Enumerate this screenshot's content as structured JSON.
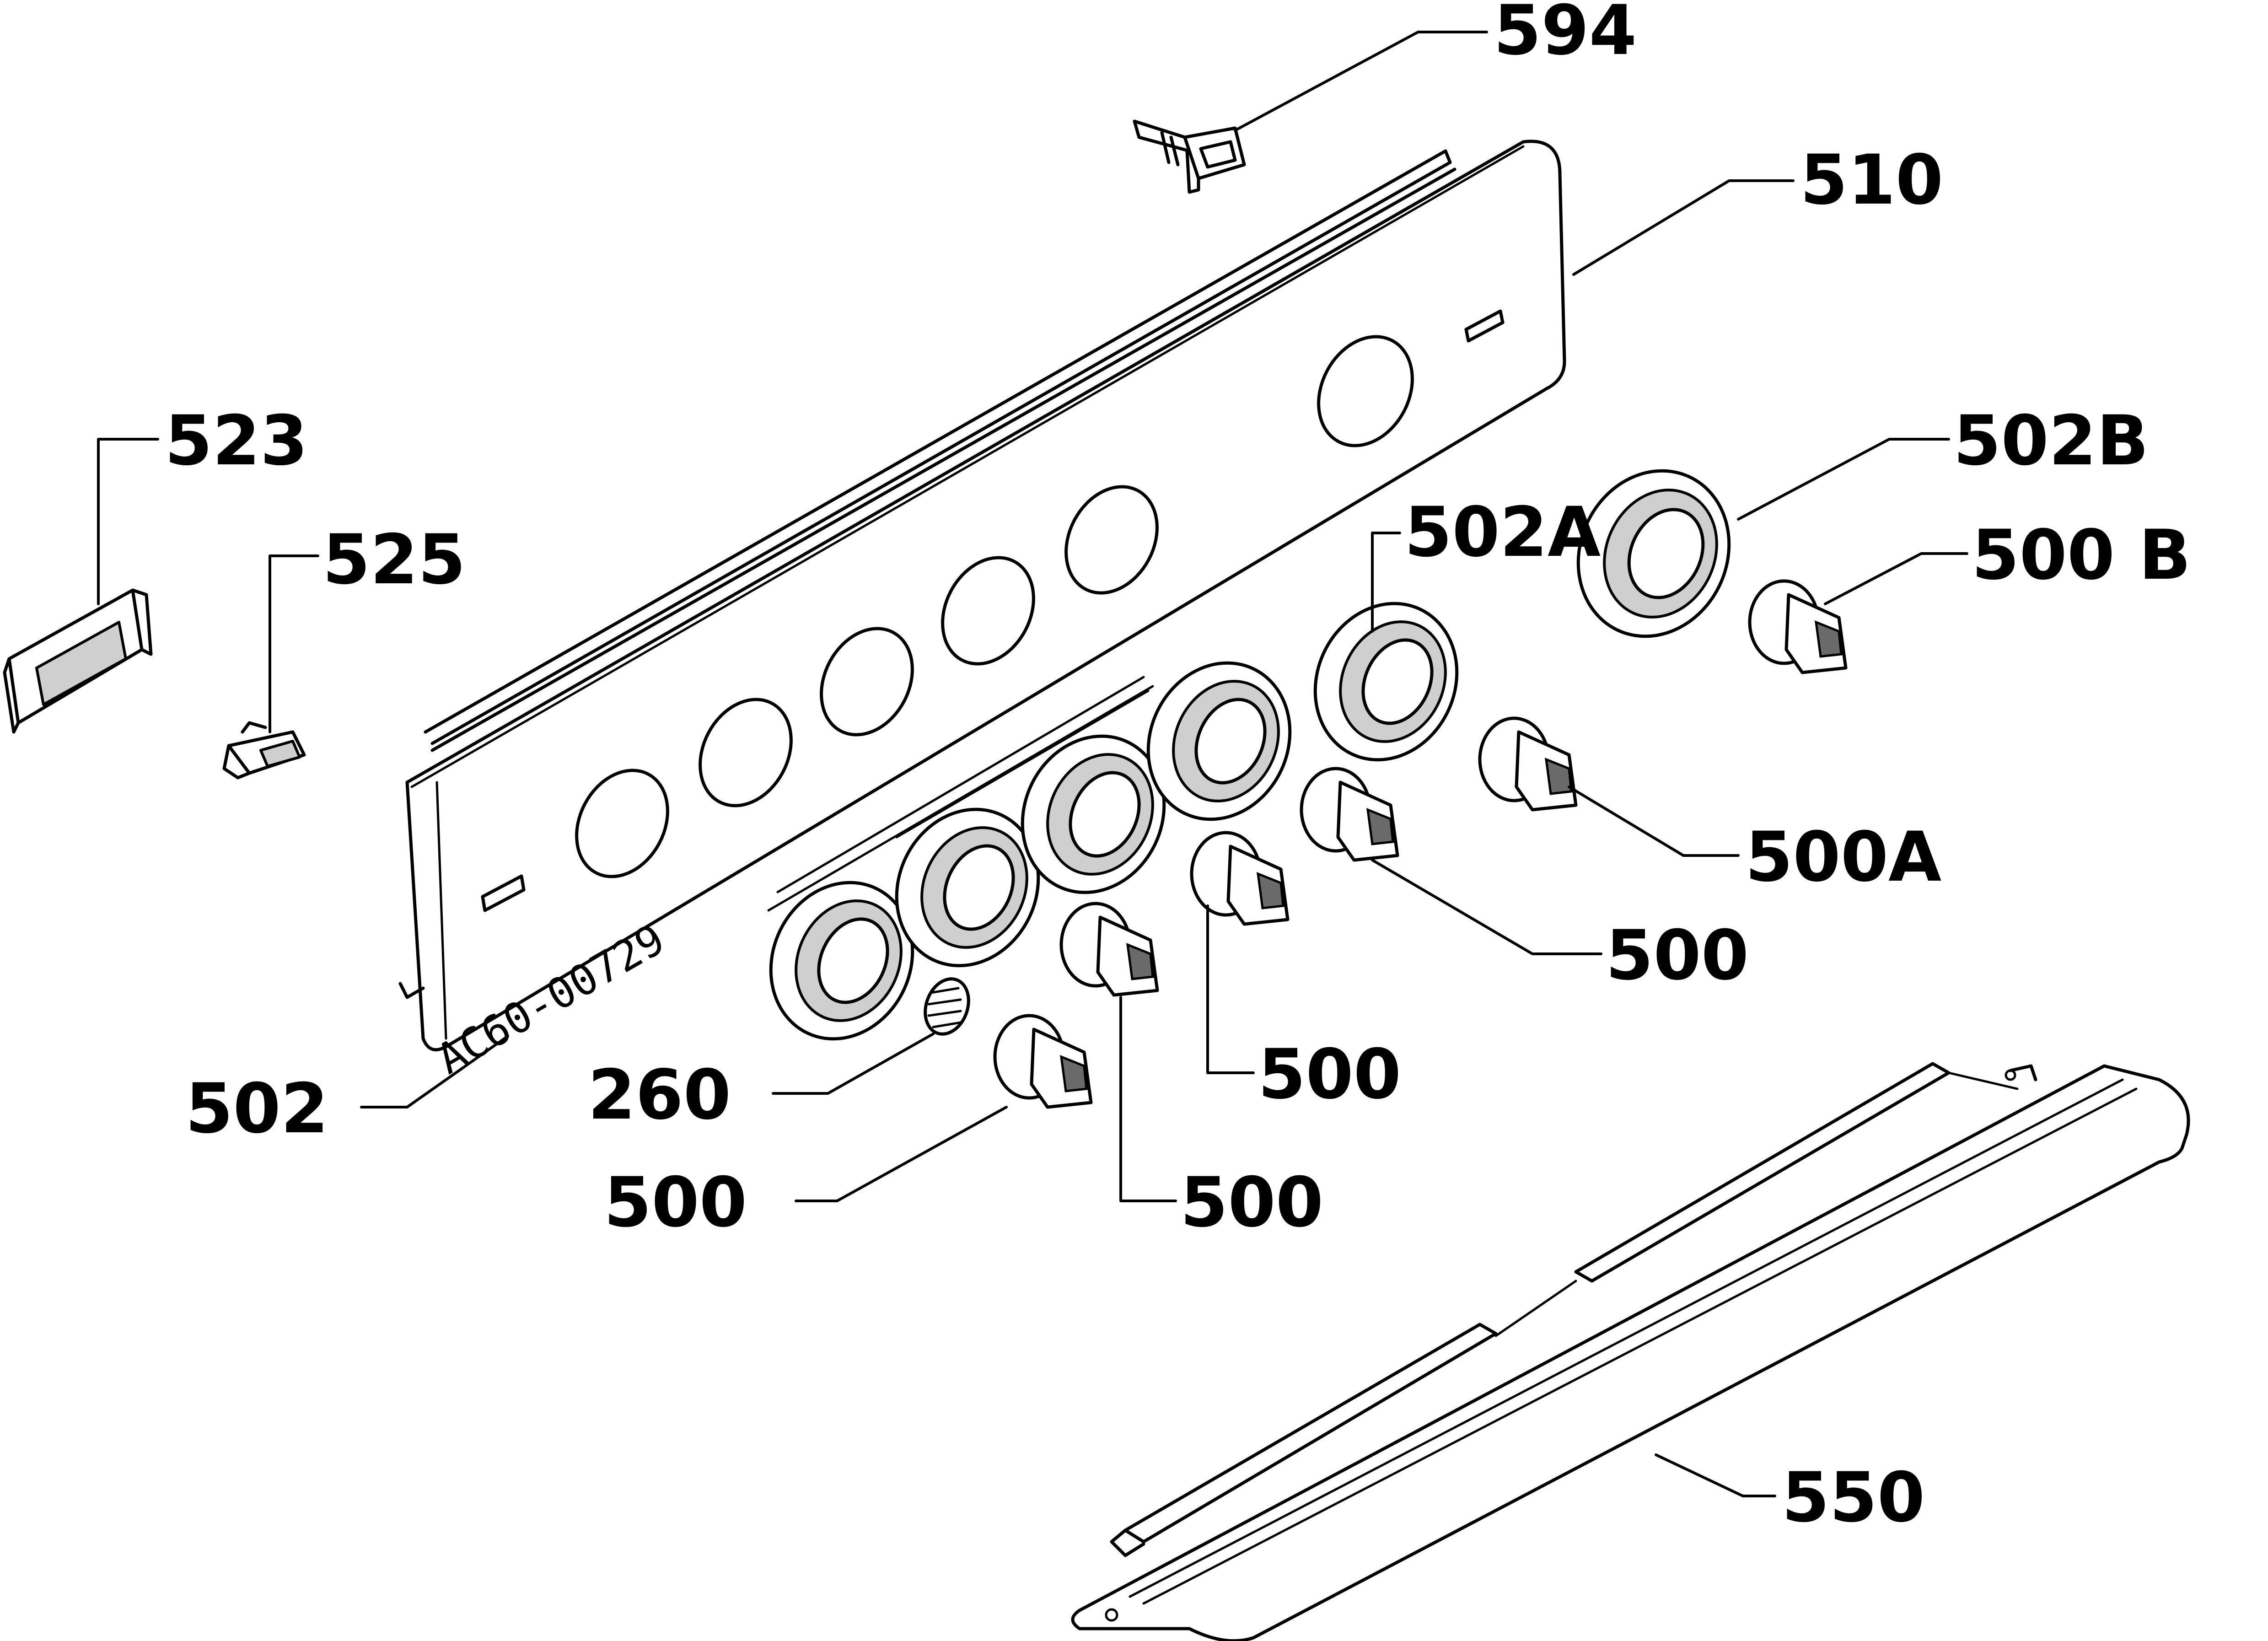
{
  "labels": {
    "p594": "594",
    "p510": "510",
    "p523": "523",
    "p525": "525",
    "p502b": "502B",
    "p502a": "502A",
    "p500b": "500 B",
    "p500a": "500A",
    "p500_r": "500",
    "p500_m": "500",
    "p500_c": "500",
    "p500_l": "500",
    "p502": "502",
    "p260": "260",
    "p550": "550"
  },
  "stamp": "AC60-00729"
}
